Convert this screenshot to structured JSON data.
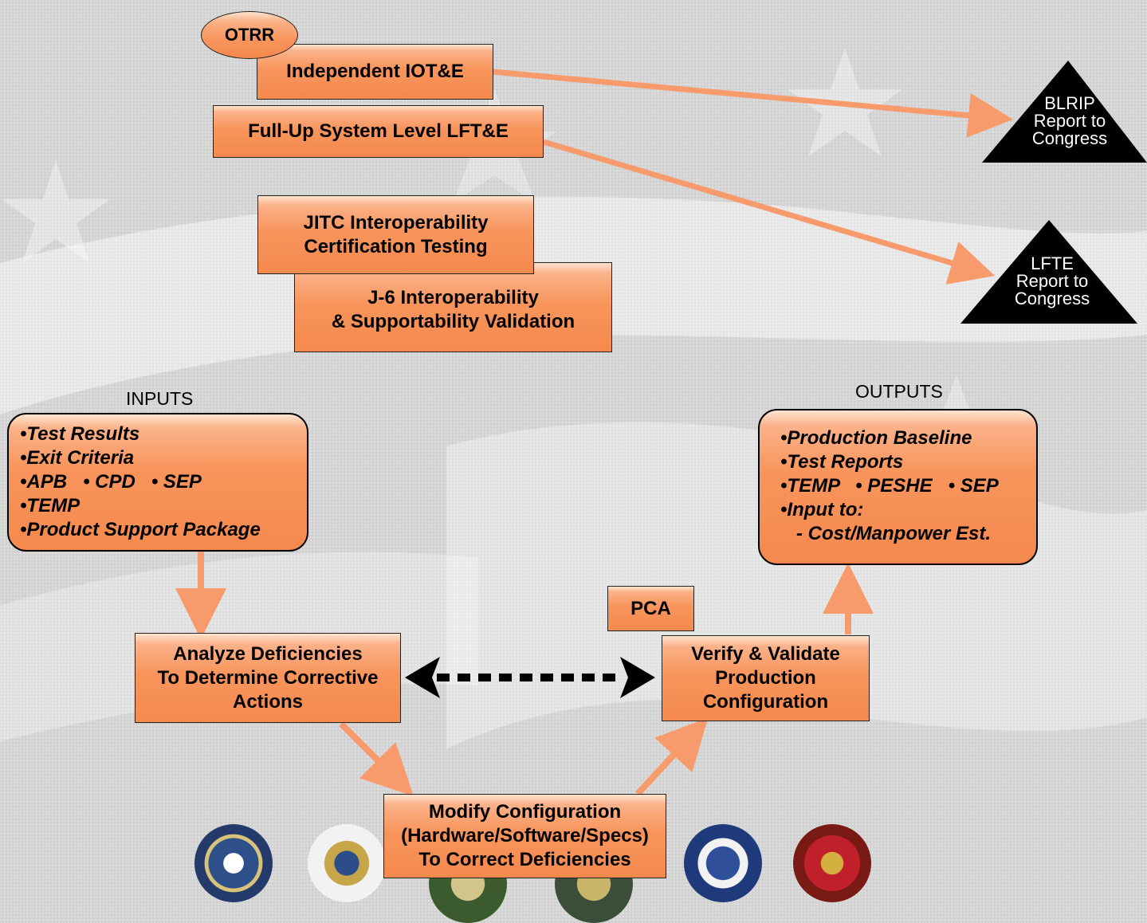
{
  "otrr": "OTRR",
  "boxes": {
    "iote": "Independent IOT&E",
    "lfte": "Full-Up System Level LFT&E",
    "jitc": "JITC Interoperability\nCertification Testing",
    "j6": "J-6 Interoperability\n& Supportability Validation",
    "analyze": "Analyze Deficiencies\nTo Determine Corrective\nActions",
    "verify": "Verify & Validate\nProduction\nConfiguration",
    "pca": "PCA",
    "modify": "Modify Configuration\n(Hardware/Software/Specs)\nTo Correct Deficiencies"
  },
  "triangles": {
    "blrip": "BLRIP\nReport to\nCongress",
    "lfte": "LFTE\nReport to\nCongress"
  },
  "inputs": {
    "label": "INPUTS",
    "items": [
      "•Test Results",
      "•Exit Criteria",
      "•APB   • CPD   • SEP",
      "•TEMP",
      "•Product Support Package"
    ]
  },
  "outputs": {
    "label": "OUTPUTS",
    "items": [
      "•Production Baseline",
      "•Test Reports",
      "•TEMP   • PESHE   • SEP",
      "•Input to:",
      "   - Cost/Manpower Est."
    ]
  },
  "seals": [
    "department-of-defense-seal",
    "joint-chiefs-seal",
    "army-seal",
    "navy-seal",
    "air-force-seal",
    "marine-corps-seal"
  ],
  "colors": {
    "box_fill": "#f8955c",
    "arrow": "#f79a6c",
    "triangle": "#000000"
  }
}
